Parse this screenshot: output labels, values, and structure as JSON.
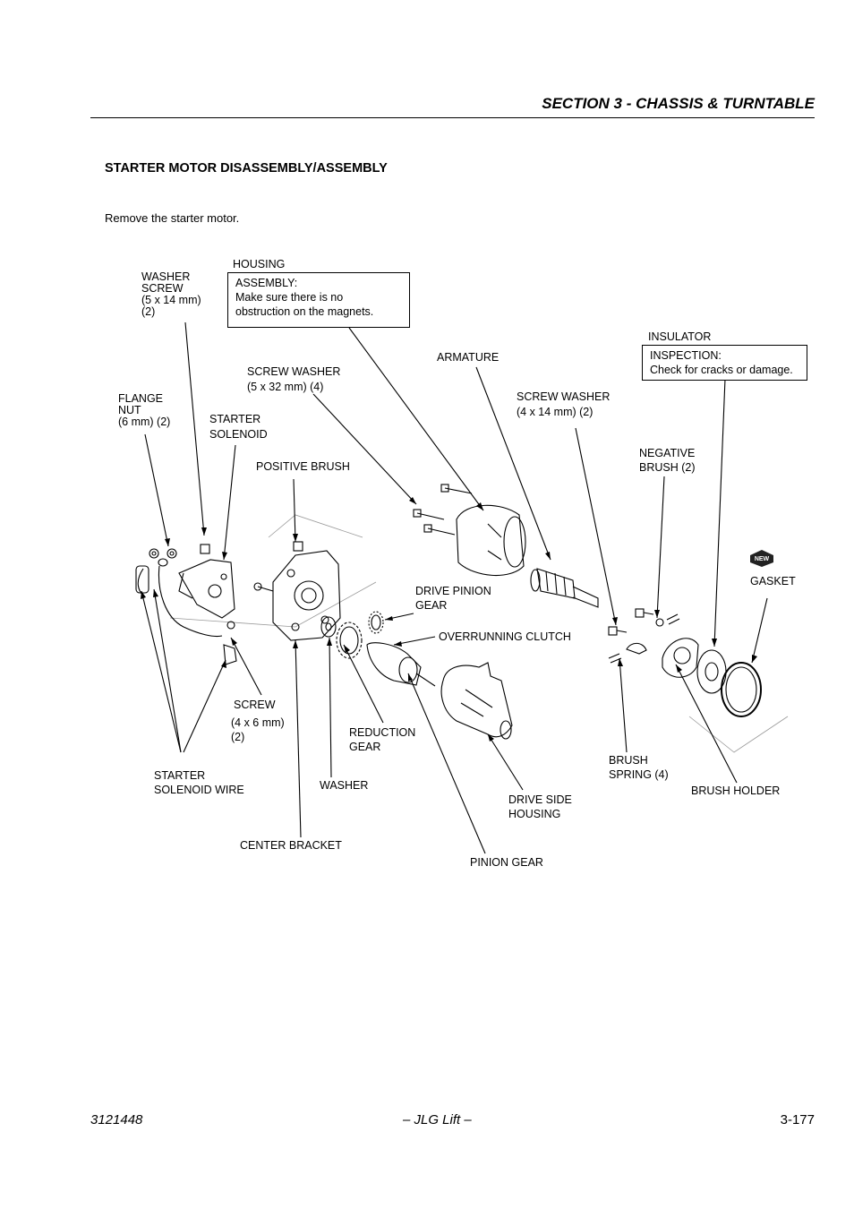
{
  "header": {
    "section": "SECTION 3 - CHASSIS & TURNTABLE"
  },
  "title": "STARTER MOTOR DISASSEMBLY/ASSEMBLY",
  "intro": "Remove the starter motor.",
  "labels": {
    "washer_screw": "WASHER\nSCREW\n(5 x 14 mm)\n(2)",
    "housing": "HOUSING",
    "assembly_note_title": "ASSEMBLY:",
    "assembly_note_text": "Make sure there is no\nobstruction on the magnets.",
    "insulator": "INSULATOR",
    "inspection_note_title": "INSPECTION:",
    "inspection_note_text": "Check for cracks or damage.",
    "armature": "ARMATURE",
    "screw_washer_5x32": "SCREW WASHER\n(5 x 32 mm) (4)",
    "flange_nut": "FLANGE\nNUT\n(6 mm) (2)",
    "starter_solenoid": "STARTER\nSOLENOID",
    "screw_washer_4x14": "SCREW WASHER\n(4 x 14 mm) (2)",
    "negative_brush": "NEGATIVE\nBRUSH (2)",
    "positive_brush": "POSITIVE BRUSH",
    "gasket": "GASKET",
    "new_badge": "NEW",
    "drive_pinion_gear": "DRIVE PINION\nGEAR",
    "overrunning_clutch": "OVERRUNNING CLUTCH",
    "screw": "SCREW",
    "screw_size": "(4 x 6 mm)\n(2)",
    "reduction_gear": "REDUCTION\nGEAR",
    "brush_spring": "BRUSH\nSPRING (4)",
    "brush_holder": "BRUSH HOLDER",
    "starter_solenoid_wire": "STARTER\nSOLENOID WIRE",
    "washer": "WASHER",
    "drive_side_housing": "DRIVE SIDE\nHOUSING",
    "center_bracket": "CENTER BRACKET",
    "pinion_gear": "PINION GEAR"
  },
  "footer": {
    "doc_number": "3121448",
    "center": "– JLG Lift –",
    "page": "3-177"
  }
}
